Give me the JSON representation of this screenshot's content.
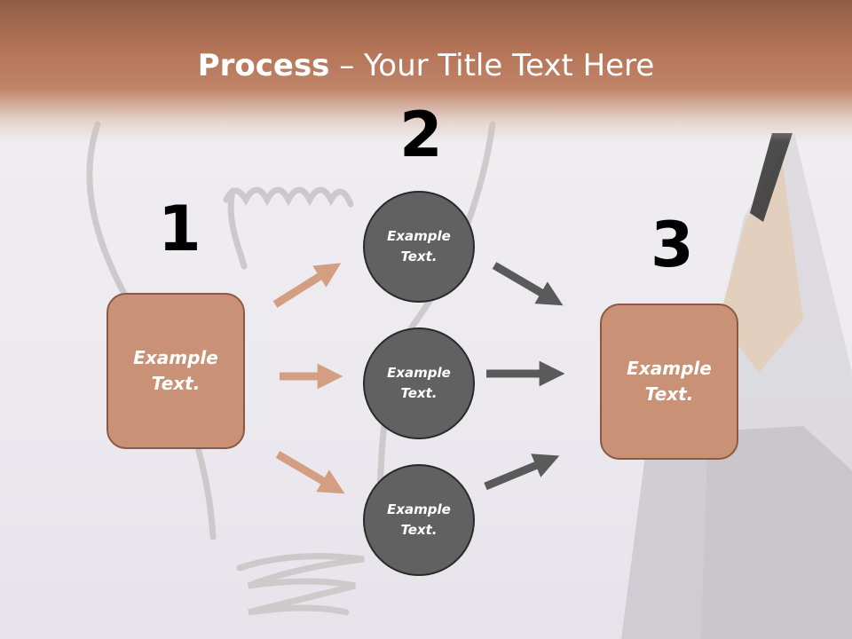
{
  "title": {
    "bold": "Process",
    "rest": " – Your Title Text Here"
  },
  "steps": {
    "one": "1",
    "two": "2",
    "three": "3"
  },
  "left_box": {
    "text": "Example Text."
  },
  "right_box": {
    "text": "Example Text."
  },
  "circles": [
    {
      "text": "Example Text."
    },
    {
      "text": "Example Text."
    },
    {
      "text": "Example Text."
    }
  ],
  "colors": {
    "header": "#b47458",
    "box_fill": "#c99276",
    "circle_fill": "#616161",
    "arrow_left": "#d49e82",
    "arrow_right": "#5a5a5a"
  }
}
